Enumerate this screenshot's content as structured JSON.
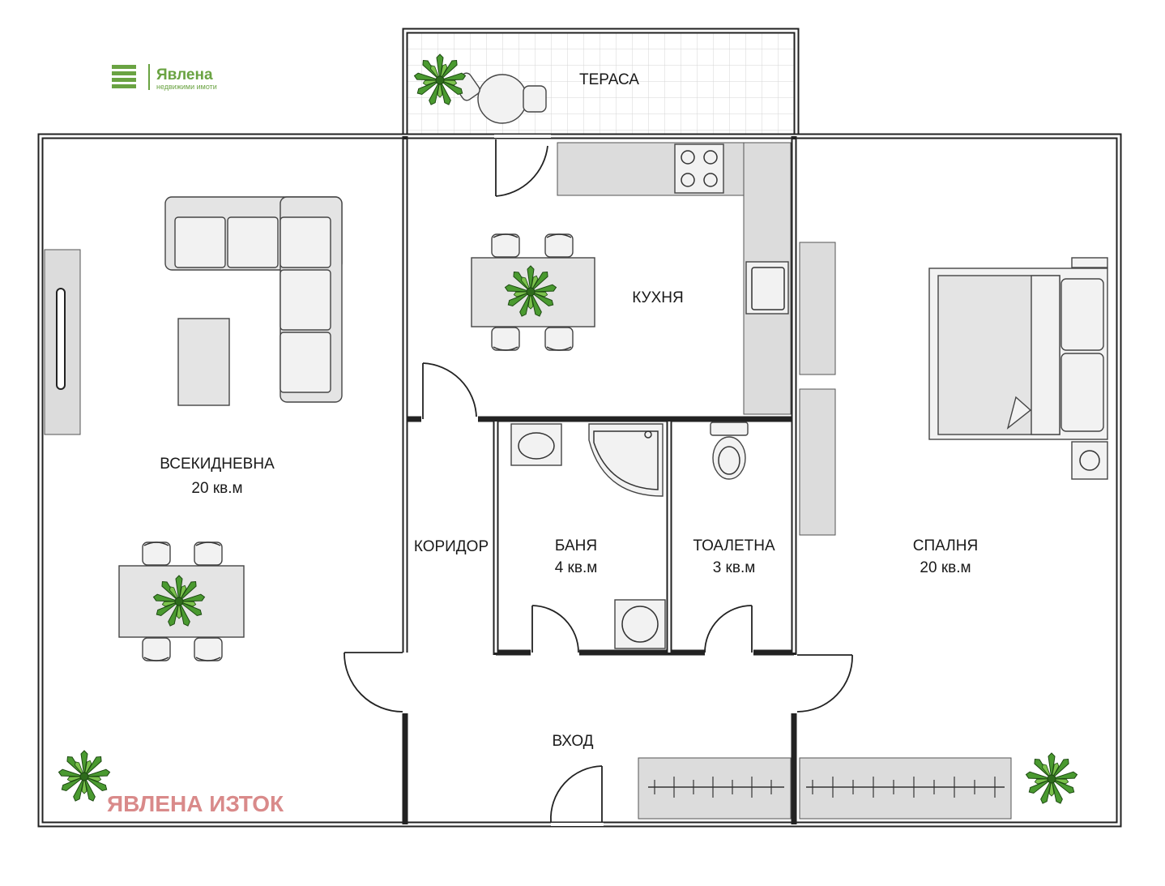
{
  "logo": {
    "name": "Явлена",
    "subtitle": "недвижими имоти"
  },
  "watermark": "ЯВЛЕНА ИЗТОК",
  "rooms": {
    "terrace": {
      "name": "ТЕРАСА"
    },
    "kitchen": {
      "name": "КУХНЯ"
    },
    "living": {
      "name": "ВСЕКИДНЕВНА",
      "area": "20 кв.м"
    },
    "corridor": {
      "name": "КОРИДОР"
    },
    "bathroom": {
      "name": "БАНЯ",
      "area": "4 кв.м"
    },
    "toilet": {
      "name": "ТОАЛЕТНА",
      "area": "3 кв.м"
    },
    "bedroom": {
      "name": "СПАЛНЯ",
      "area": "20 кв.м"
    },
    "entrance": {
      "name": "ВХОД"
    }
  },
  "colors": {
    "walls": "#222222",
    "floor": "#ffffff",
    "furniture": "#e4e4e4",
    "plant": "#3f8a2a",
    "logo": "#6aa342",
    "watermark": "#d98a8a"
  }
}
